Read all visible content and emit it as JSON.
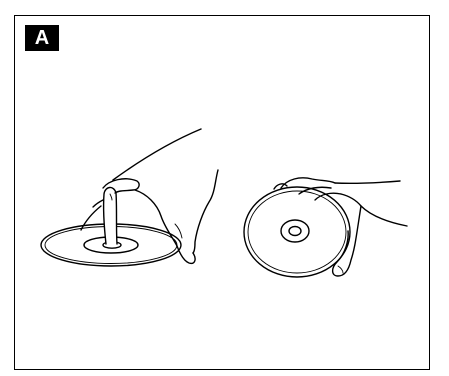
{
  "figure": {
    "panel_label": "A"
  },
  "colors": {
    "line": "#000000",
    "background": "#ffffff",
    "label_fill": "#000000",
    "label_text": "#ffffff"
  },
  "illustrations": {
    "left": "finger-through-disc-center-hole",
    "right": "hand-holding-disc-by-edges"
  }
}
